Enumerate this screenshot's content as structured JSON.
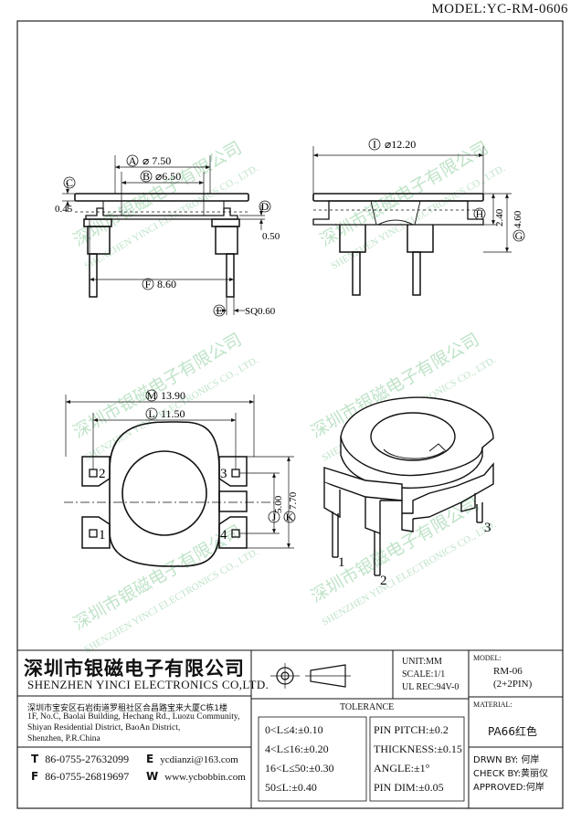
{
  "model": "MODEL:YC-RM-0606",
  "watermark": {
    "cn": "深圳市银磁电子有限公司",
    "en": "SHENZHEN YINCI ELECTRONICS CO., LTD."
  },
  "dims": {
    "A": {
      "letter": "A",
      "value": "⌀ 7.50"
    },
    "B": {
      "letter": "B",
      "value": "⌀6.50"
    },
    "C": {
      "letter": "C",
      "value": "0.45"
    },
    "D": {
      "letter": "D",
      "value": "0.50"
    },
    "E": {
      "letter": "E",
      "value": "SQ0.60"
    },
    "F": {
      "letter": "F",
      "value": "8.60"
    },
    "G": {
      "letter": "G",
      "value": "4.60"
    },
    "H": {
      "letter": "H",
      "value": "2.40"
    },
    "I": {
      "letter": "I",
      "value": "⌀12.20"
    },
    "J": {
      "letter": "J",
      "value": "5.00"
    },
    "K": {
      "letter": "K",
      "value": "7.70"
    },
    "L": {
      "letter": "L",
      "value": "11.50"
    },
    "M": {
      "letter": "M",
      "value": "13.90"
    }
  },
  "pins": {
    "p1": "1",
    "p2": "2",
    "p3": "3",
    "p4": "4"
  },
  "iso_pins": {
    "p1": "1",
    "p2": "2",
    "p3": "3"
  },
  "company": {
    "name_cn": "深圳市银磁电子有限公司",
    "name_en": "SHENZHEN YINCI ELECTRONICS CO,LTD.",
    "addr_cn": "深圳市宝安区石岩街道罗租社区合昌路宝来大厦C栋1楼",
    "addr_en1": "1F, No.C, Baolai Building, Hechang Rd., Luozu Community,",
    "addr_en2": "Shiyan Residential District, BaoAn District,",
    "addr_en3": "Shenzhen, P.R.China",
    "tel_label": "T",
    "tel": "86-0755-27632099",
    "fax_label": "F",
    "fax": "86-0755-26819697",
    "email_label": "E",
    "email": "ycdianzi@163.com",
    "web_label": "W",
    "web": "www.ycbobbin.com"
  },
  "specs": {
    "unit": "UNIT:MM",
    "scale": "SCALE:1/1",
    "ul": "UL REC:94V-0"
  },
  "model_box": {
    "label": "MODEL:",
    "value": "RM-06",
    "sub": "(2+2PIN)"
  },
  "material": {
    "label": "MATERIAL:",
    "value": "PA66红色"
  },
  "tolerance": {
    "title": "TOLERANCE",
    "rows": [
      "0<L≤4:±0.10",
      "4<L≤16:±0.20",
      "16<L≤50:±0.30",
      "50≤L:±0.40"
    ],
    "pin": [
      "PIN PITCH:±0.2",
      "THICKNESS:±0.15",
      "ANGLE:±1°",
      "PIN DIM:±0.05"
    ]
  },
  "signoff": {
    "drawn": "DRWN BY: 何岸",
    "check": "CHECK BY:黄丽仪",
    "approved": "APPROVED:何岸"
  }
}
